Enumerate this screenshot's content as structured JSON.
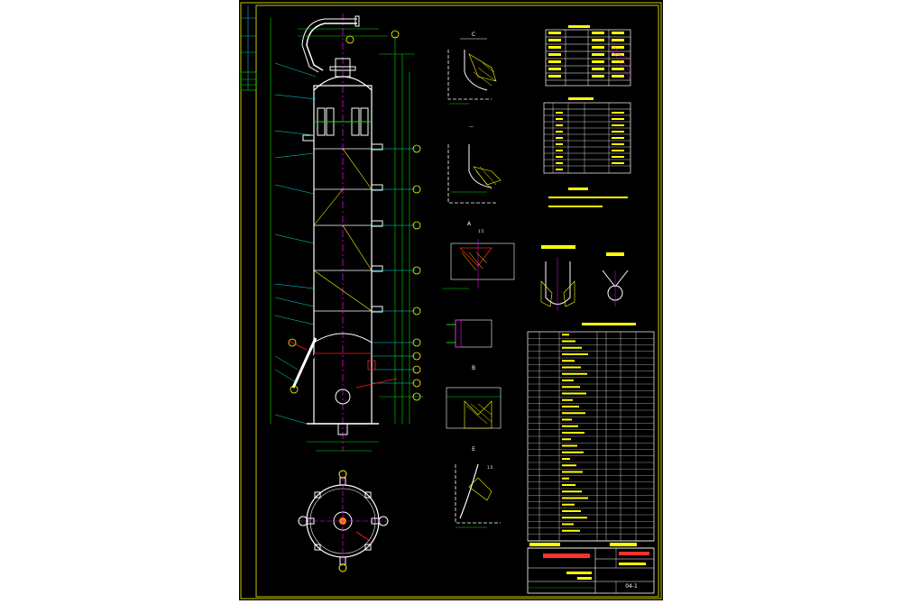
{
  "colors": {
    "page": "#ffffff",
    "sheet": "#000000",
    "border": "#c8c800",
    "outline": "#ffffff",
    "dimension": "#00e000",
    "centerline": "#ff00ff",
    "leader": "#00e0e0",
    "hatch": "#ffff00",
    "red": "#ff2020",
    "blue": "#3060ff",
    "title_text": "#ff3030"
  },
  "icons": {
    "revision_strip": "revision-strip",
    "main_view": "vessel-elevation-view",
    "plan_view": "vessel-plan-view",
    "details": "nozzle-weld-detail-views",
    "tables": "design-data-and-parts-tables",
    "title_block": "drawing-title-block"
  },
  "drawing": {
    "detail_labels": {
      "d1": "C",
      "d3": "A",
      "d5": "B",
      "d7": "E"
    },
    "axis_labels": {
      "a1": "1:5",
      "a2": "1:5"
    },
    "drawing_number": "04-1"
  }
}
